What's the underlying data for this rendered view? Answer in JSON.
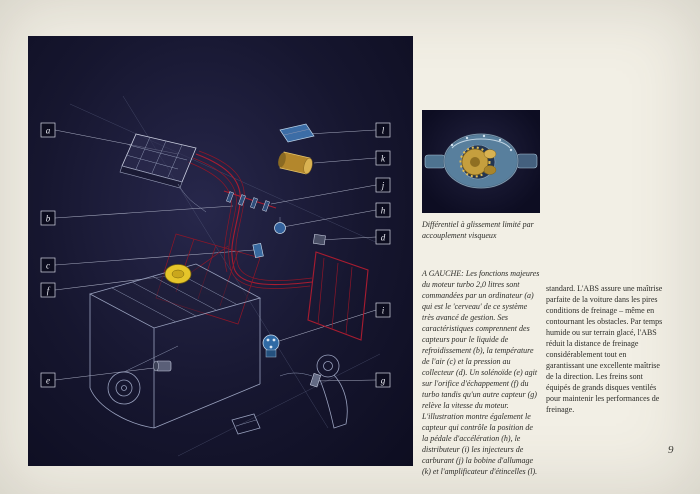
{
  "page": {
    "number": "9"
  },
  "engine_figure": {
    "callouts": {
      "left": [
        "a",
        "b",
        "c",
        "f",
        "e"
      ],
      "right": [
        "l",
        "k",
        "j",
        "h",
        "d",
        "i",
        "g"
      ]
    }
  },
  "differential_figure": {
    "caption": "Différentiel à glissement limité par accouplement visqueux"
  },
  "body_text": {
    "column_left": "A GAUCHE: Les fonctions majeures du moteur turbo 2,0 litres sont commandées par un ordinateur (a) qui est le 'cerveau' de ce système très avancé de gestion. Ses caractéristiques comprennent des capteurs pour le liquide de refroidissement (b), la température de l'air (c) et la pression au collecteur (d). Un solénoïde (e) agit sur l'orifice d'échappement (f) du turbo tandis qu'un autre capteur (g) relève la vitesse du moteur. L'illustration montre également le capteur qui contrôle la position de la pédale d'accélération (h), le distributeur (i) les injecteurs de carburant (j) la bobine d'allumage (k) et l'amplificateur d'étincelles (l).",
    "column_right": "standard. L'ABS assure une maîtrise parfaite de la voiture dans les pires conditions de freinage – même en contournant les obstacles. Par temps humide ou sur terrain glacé, l'ABS réduit la distance de freinage considérablement tout en garantissant une excellente maîtrise de la direction. Les freins sont équipés de grands disques ventilés pour maintenir les performances de freinage."
  },
  "colors": {
    "paper": "#f2efe5",
    "panel_navy": "#16162f",
    "harness_red": "#a91c30",
    "wastegate_yellow": "#e6c52a",
    "component_blue": "#33619c",
    "coil_gold": "#b3872c"
  }
}
